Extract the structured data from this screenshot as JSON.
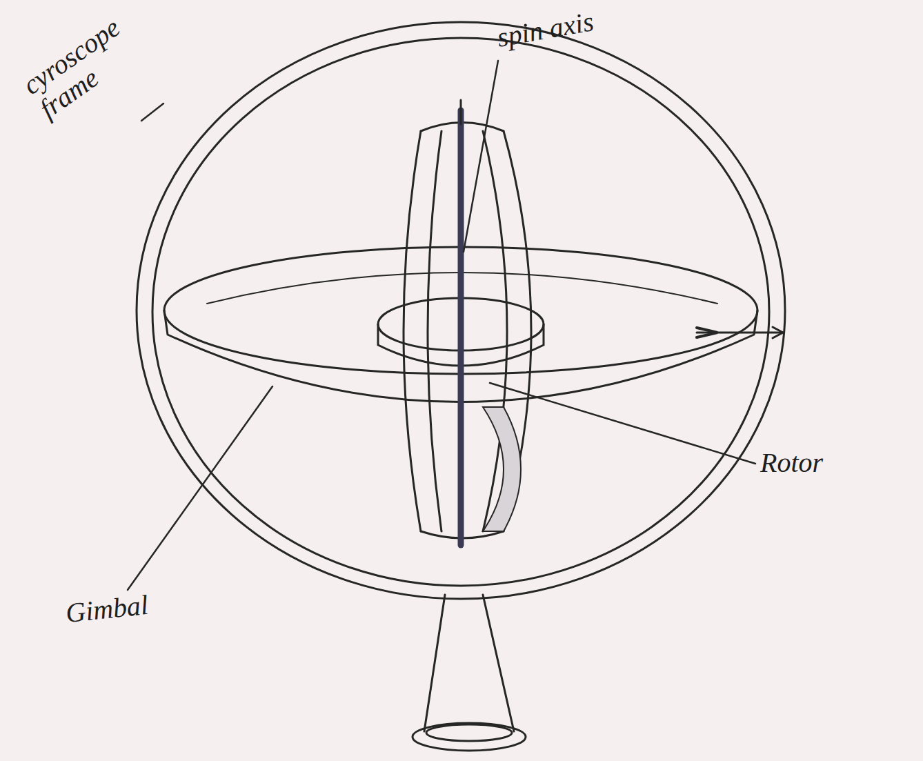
{
  "diagram": {
    "labels": [
      "cyroscope frame",
      "spin axis",
      "Rotor",
      "Gimbal"
    ]
  }
}
